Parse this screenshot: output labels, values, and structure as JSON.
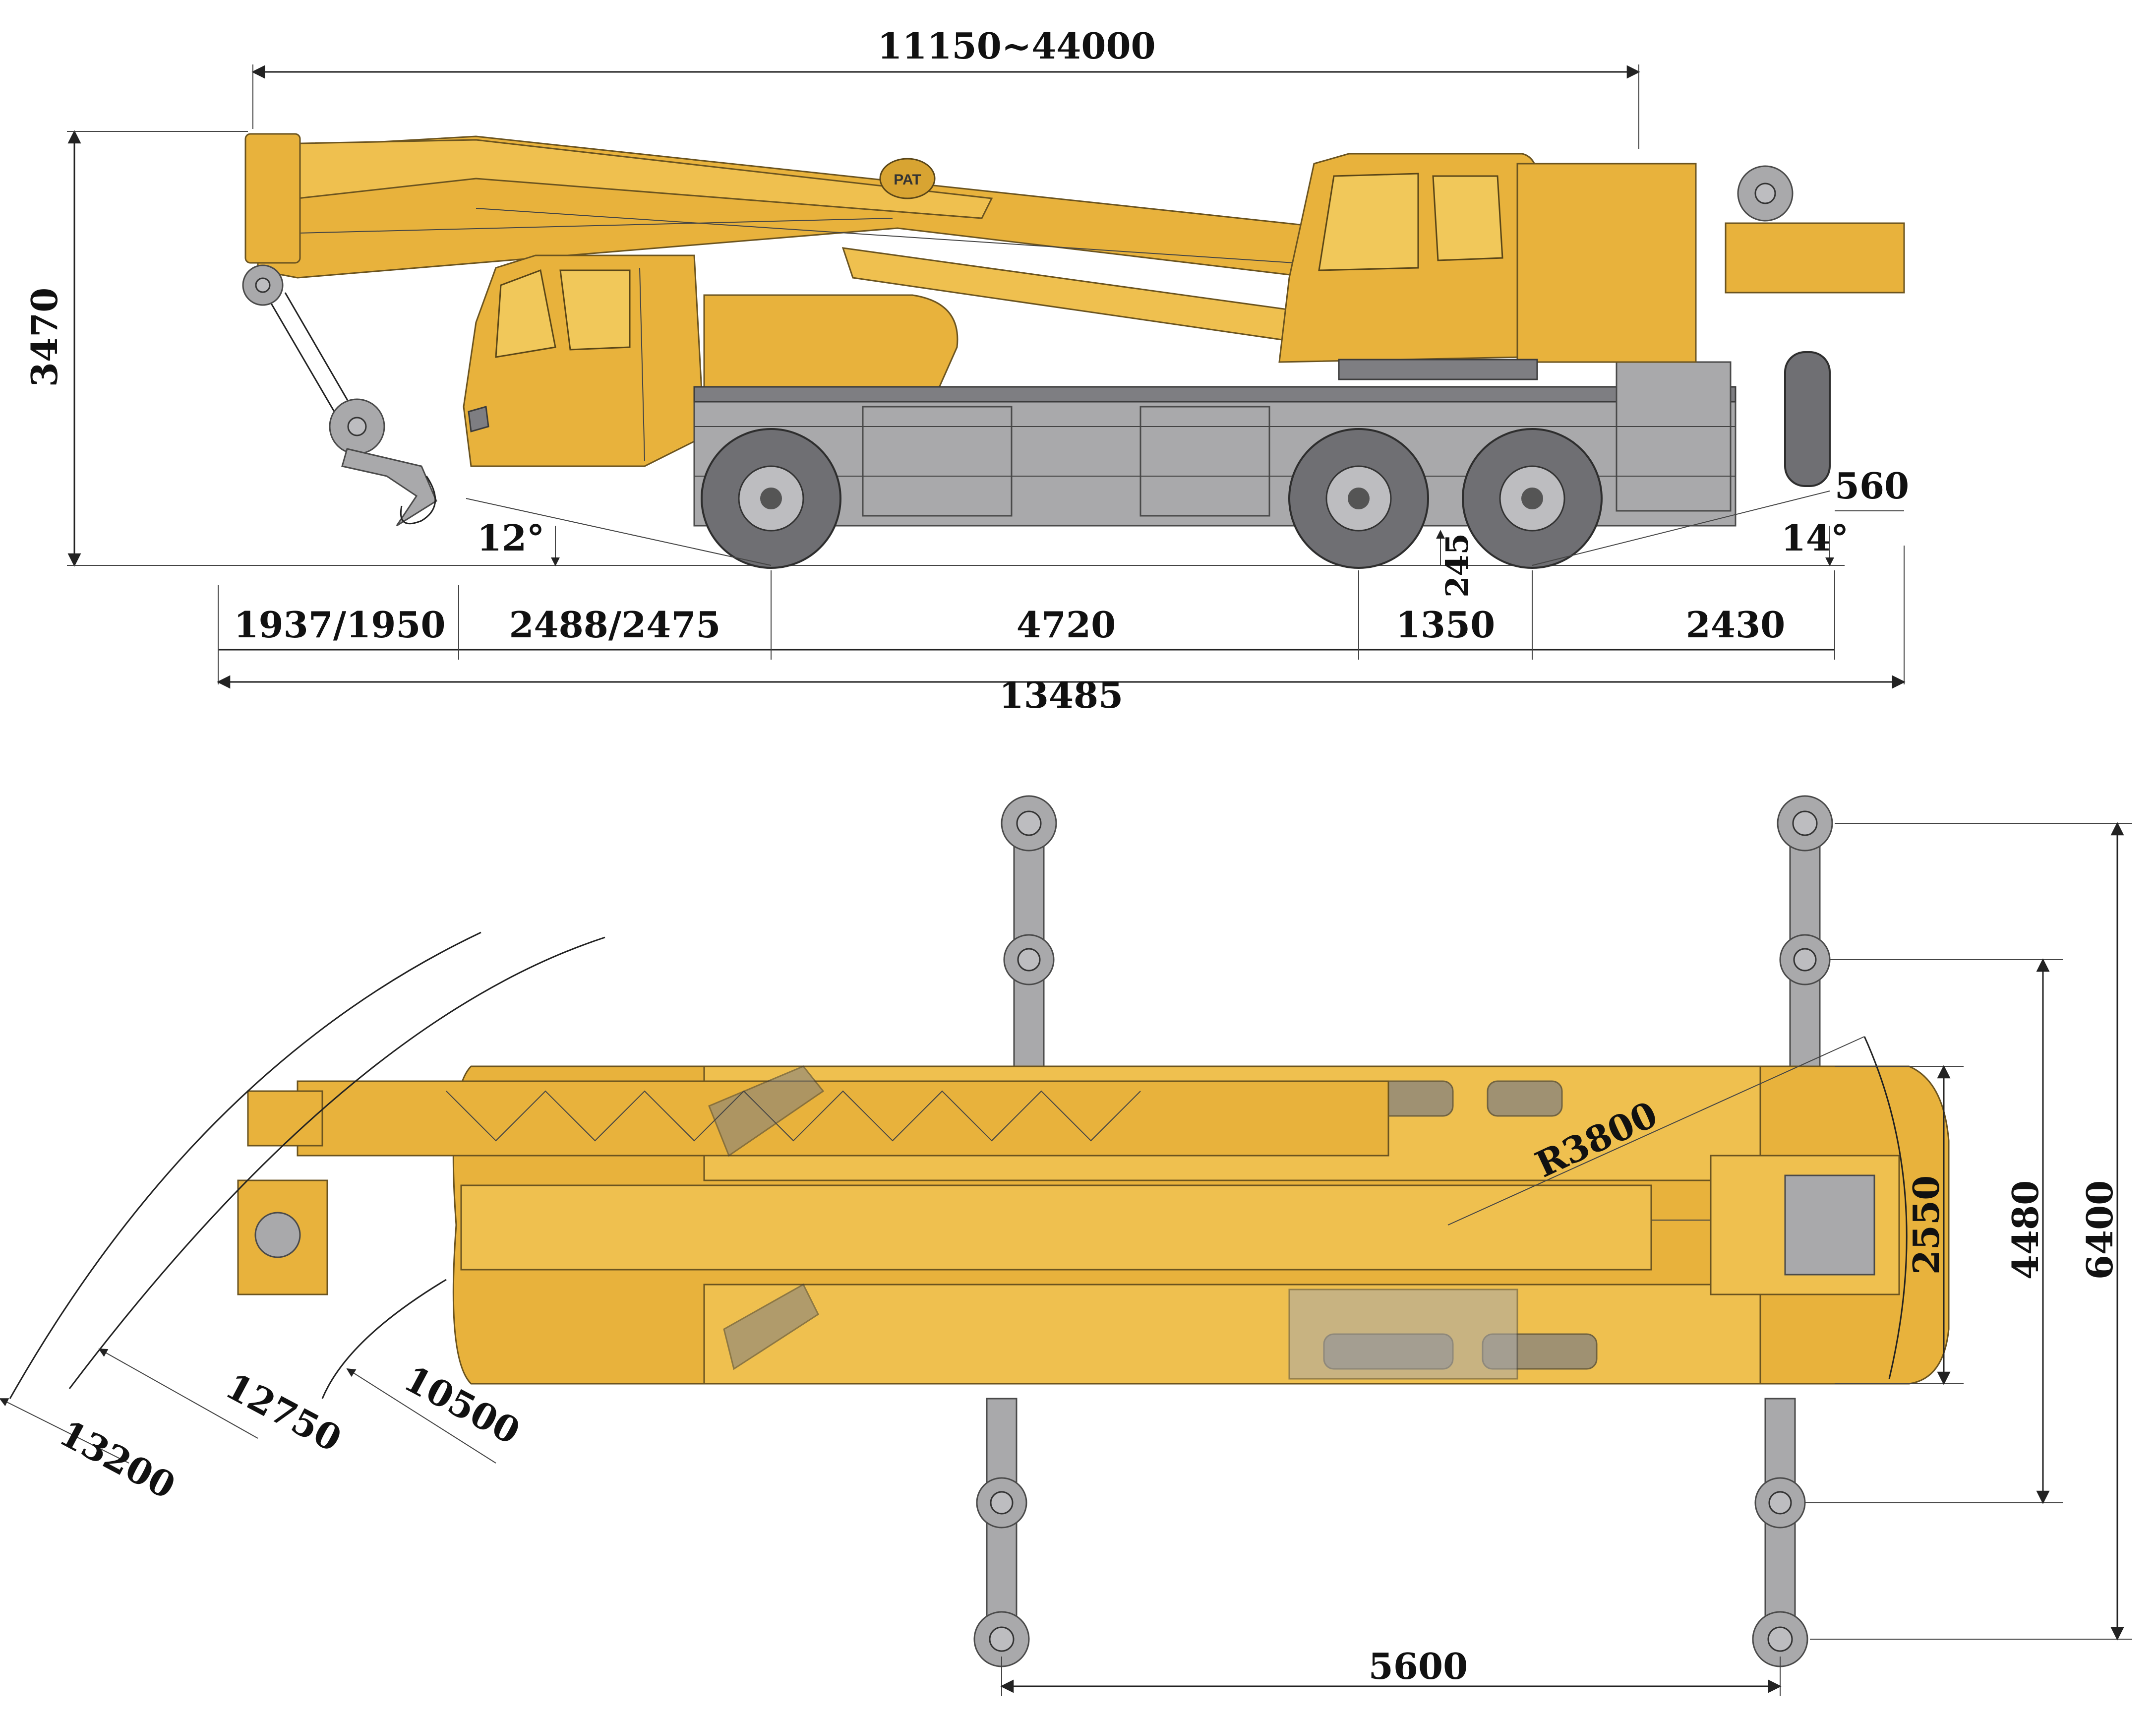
{
  "colors": {
    "body_yellow": "#e8b23c",
    "chassis_grey": "#a9a9ab",
    "tire_grey": "#6f6f73",
    "line_black": "#222222"
  },
  "side_view": {
    "boom_length": "11150~44000",
    "overall_height": "3470",
    "rear_overhang_height": "560",
    "ground_clearance": "245",
    "approach_angle": "12°",
    "departure_angle": "14°",
    "front_overhang": "1937/1950",
    "first_wheelbase": "2488/2475",
    "middle_wheelbase": "4720",
    "tandem_spacing": "1350",
    "rear_overhang": "2430",
    "overall_length": "13485",
    "pat_label": "PAT"
  },
  "top_view": {
    "tail_swing_radius": "R3800",
    "turning_radius_outer": "13200",
    "turning_radius_middle": "12750",
    "turning_radius_inner": "10500",
    "vehicle_width": "2550",
    "outrigger_mid_span": "4480",
    "outrigger_full_span": "6400",
    "outrigger_longitudinal": "5600"
  }
}
